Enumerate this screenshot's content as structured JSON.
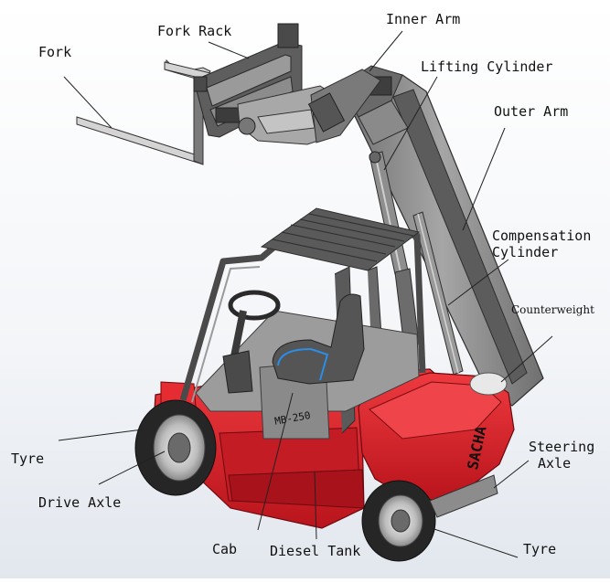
{
  "diagram": {
    "plate_text": "MB-250",
    "side_text": "SACHA",
    "labels": {
      "fork": "Fork",
      "fork_rack": "Fork Rack",
      "inner_arm": "Inner Arm",
      "lifting_cylinder": "Lifting Cylinder",
      "outer_arm": "Outer Arm",
      "compensation_cylinder_l1": "Compensation",
      "compensation_cylinder_l2": "Cylinder",
      "counterweight": "Counterweight",
      "tyre_left": "Tyre",
      "drive_axle": "Drive Axle",
      "steering_axle_l1": "Steering",
      "steering_axle_l2": "Axle",
      "cab": "Cab",
      "diesel_tank": "Diesel Tank",
      "tyre_right": "Tyre"
    },
    "colors": {
      "body_red": "#d8212a",
      "body_dark": "#a8131b",
      "frame_gray": "#8c8c8c",
      "frame_dark": "#3c3c3c",
      "tyre_black": "#262626"
    }
  }
}
